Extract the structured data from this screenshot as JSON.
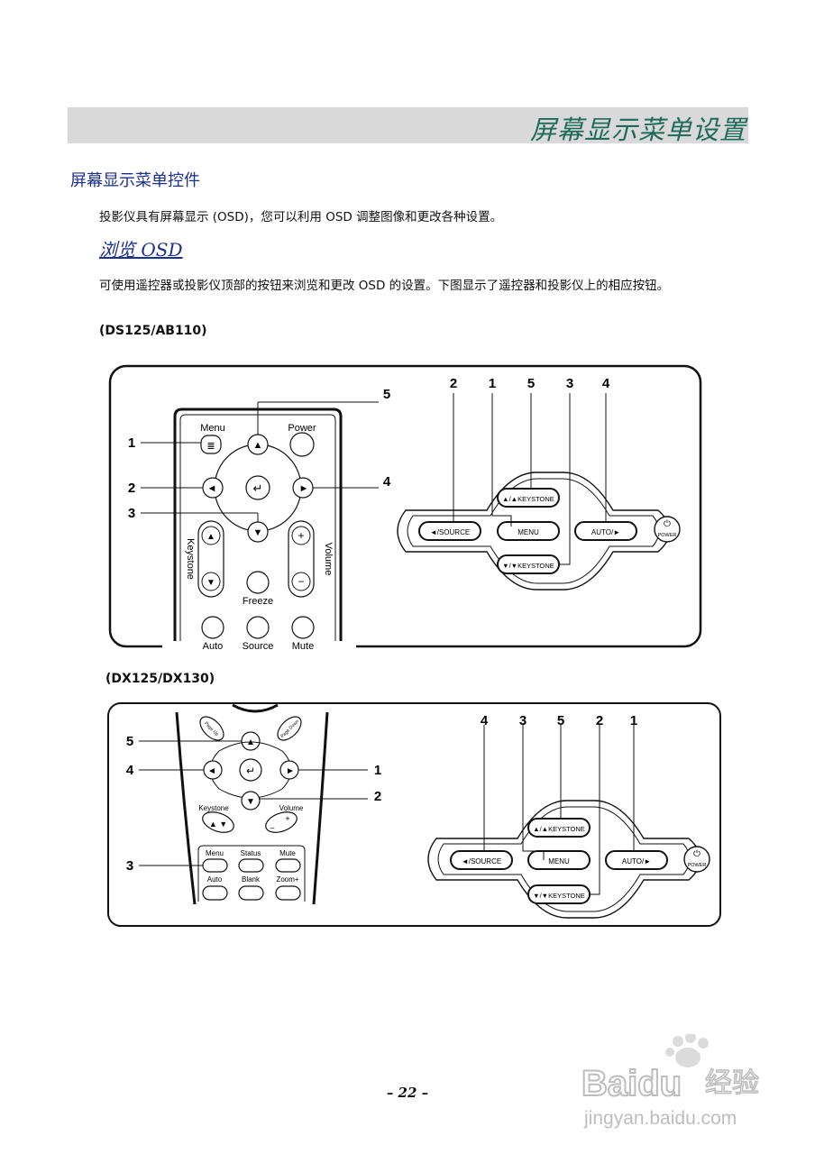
{
  "banner": {
    "title": "屏幕显示菜单设置"
  },
  "section": {
    "heading": "屏幕显示菜单控件",
    "intro": "投影仪具有屏幕显示 (OSD)，您可以利用 OSD 调整图像和更改各种设置。",
    "subheading": "浏览 OSD",
    "body": "可使用遥控器或投影仪顶部的按钮来浏览和更改 OSD 的设置。下图显示了遥控器和投影仪上的相应按钮。"
  },
  "figure1": {
    "model": "(DS125/AB110)",
    "remote_labels": {
      "menu": "Menu",
      "power": "Power",
      "keystone": "Keystone",
      "volume": "Volume",
      "freeze": "Freeze",
      "auto": "Auto",
      "source": "Source",
      "mute": "Mute",
      "plus": "+",
      "minus": "−"
    },
    "callouts": {
      "c1": "1",
      "c2": "2",
      "c3": "3",
      "c4": "4",
      "c5": "5"
    },
    "panel_callouts": [
      "2",
      "1",
      "5",
      "3",
      "4"
    ],
    "panel": {
      "source": "◄/SOURCE",
      "menu": "MENU",
      "key_up": "▲/▲KEYSTONE",
      "key_down": "▼/▼KEYSTONE",
      "auto": "AUTO/►",
      "power": "POWER"
    }
  },
  "figure2": {
    "model": "(DX125/DX130)",
    "remote_labels": {
      "page_up": "Page Up",
      "page_down": "Page Down",
      "keystone": "Keystone",
      "volume": "Volume",
      "menu": "Menu",
      "status": "Status",
      "mute": "Mute",
      "auto": "Auto",
      "blank": "Blank",
      "zoom": "Zoom+",
      "plus": "+",
      "minus": "–"
    },
    "callouts": {
      "c5": "5",
      "c4": "4",
      "c3": "3",
      "c1": "1",
      "c2": "2"
    },
    "panel_callouts": [
      "4",
      "3",
      "5",
      "2",
      "1"
    ],
    "panel": {
      "source": "◄/SOURCE",
      "menu": "MENU",
      "key_up": "▲/▲KEYSTONE",
      "key_down": "▼/▼KEYSTONE",
      "auto": "AUTO/►",
      "power": "POWER"
    }
  },
  "page_number": "– 22 –",
  "watermark": {
    "brand": "Baidu",
    "brand_cn": "经验",
    "url": "jingyan.baidu.com"
  }
}
